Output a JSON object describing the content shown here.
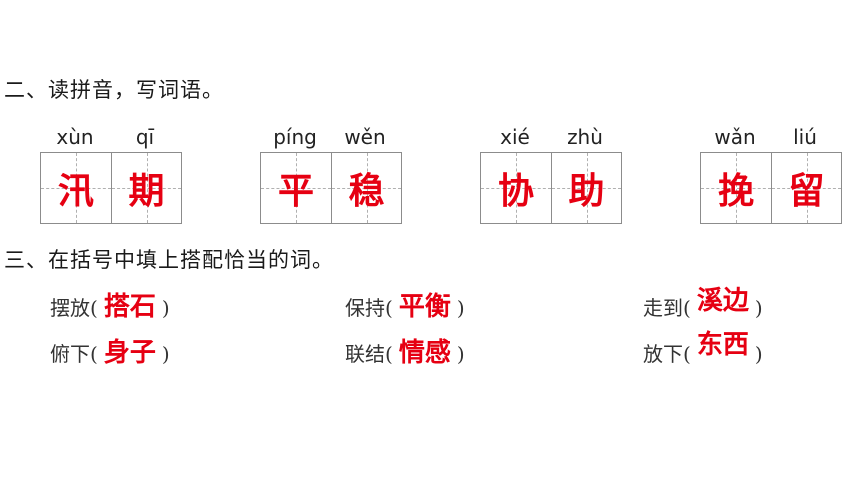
{
  "section2": {
    "heading": "二、读拼音，写词语。",
    "groups": [
      {
        "pinyin": [
          "xùn",
          "qī"
        ],
        "chars": [
          "汛",
          "期"
        ]
      },
      {
        "pinyin": [
          "píng",
          "wěn"
        ],
        "chars": [
          "平",
          "稳"
        ]
      },
      {
        "pinyin": [
          "xié",
          "zhù"
        ],
        "chars": [
          "协",
          "助"
        ]
      },
      {
        "pinyin": [
          "wǎn",
          "liú"
        ],
        "chars": [
          "挽",
          "留"
        ]
      }
    ]
  },
  "section3": {
    "heading": "三、在括号中填上搭配恰当的词。",
    "paren_open": "(",
    "paren_close": ")",
    "items": [
      {
        "prompt": "摆放",
        "answer": "搭石"
      },
      {
        "prompt": "保持",
        "answer": "平衡"
      },
      {
        "prompt": "走到",
        "answer": "溪边"
      },
      {
        "prompt": "俯下",
        "answer": "身子"
      },
      {
        "prompt": "联结",
        "answer": "情感"
      },
      {
        "prompt": "放下",
        "answer": "东西"
      }
    ]
  },
  "colors": {
    "answer": "#e60012",
    "grid": "#8c8c8c",
    "text": "#1a1a1a"
  }
}
